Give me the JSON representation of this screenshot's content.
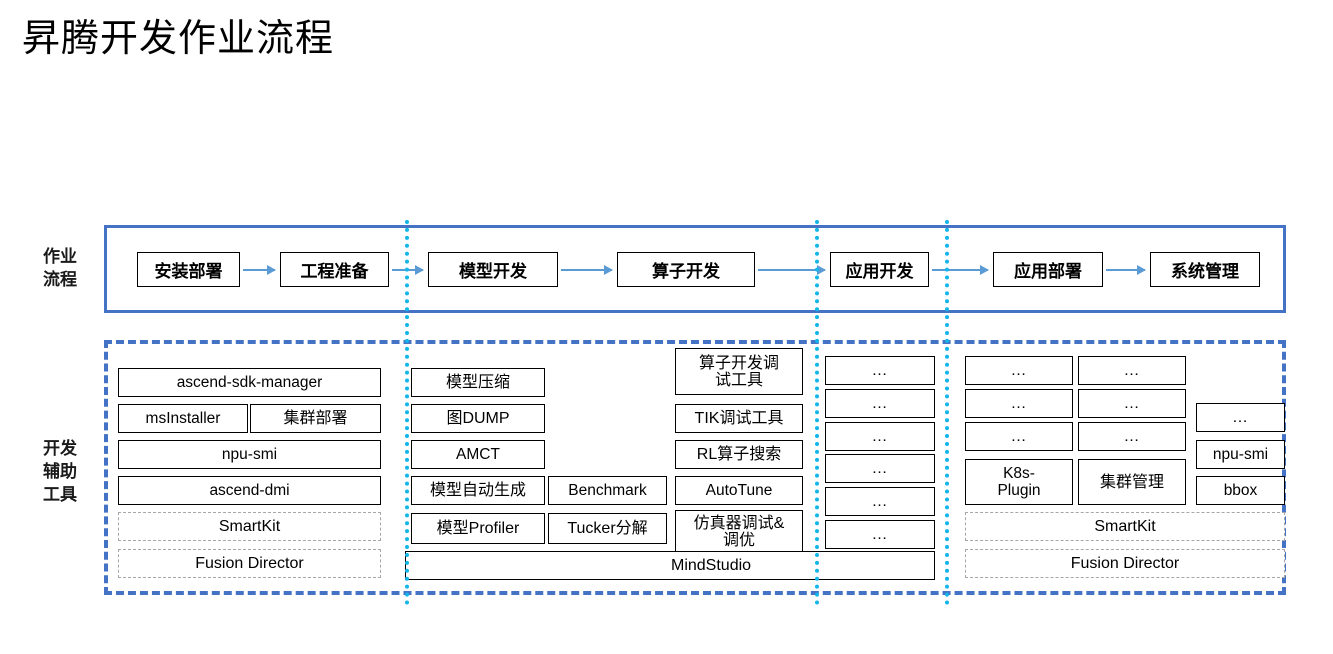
{
  "page": {
    "title": "昇腾开发作业流程",
    "colors": {
      "frame_blue": "#4472c4",
      "divider_cyan": "#13b5ea",
      "arrow_blue": "#5b9bd5",
      "ghost_gray": "#a6a6a6",
      "box_black": "#000000",
      "background": "#ffffff"
    }
  },
  "rows": {
    "workflow_label": "作业\n流程",
    "tools_label": "开发\n辅助\n工具"
  },
  "workflow": {
    "steps": [
      {
        "label": "安装部署"
      },
      {
        "label": "工程准备"
      },
      {
        "label": "模型开发"
      },
      {
        "label": "算子开发"
      },
      {
        "label": "应用开发"
      },
      {
        "label": "应用部署"
      },
      {
        "label": "系统管理"
      }
    ]
  },
  "tools": {
    "install_column": [
      {
        "label": "ascend-sdk-manager",
        "style": "solid"
      },
      {
        "label": "msInstaller",
        "style": "solid"
      },
      {
        "label": "集群部署",
        "style": "solid"
      },
      {
        "label": "npu-smi",
        "style": "solid"
      },
      {
        "label": "ascend-dmi",
        "style": "solid"
      },
      {
        "label": "SmartKit",
        "style": "ghost"
      },
      {
        "label": "Fusion Director",
        "style": "ghost"
      }
    ],
    "model_column": [
      {
        "label": "模型压缩",
        "style": "solid"
      },
      {
        "label": "图DUMP",
        "style": "solid"
      },
      {
        "label": "AMCT",
        "style": "solid"
      },
      {
        "label": "模型自动生成",
        "style": "solid"
      },
      {
        "label": "模型Profiler",
        "style": "solid"
      }
    ],
    "model_column_b": [
      {
        "label": "Benchmark",
        "style": "solid"
      },
      {
        "label": "Tucker分解",
        "style": "solid"
      }
    ],
    "operator_column": [
      {
        "label": "算子开发调\n试工具",
        "style": "solid"
      },
      {
        "label": "TIK调试工具",
        "style": "solid"
      },
      {
        "label": "RL算子搜索",
        "style": "solid"
      },
      {
        "label": "AutoTune",
        "style": "solid"
      },
      {
        "label": "仿真器调试&\n调优",
        "style": "solid"
      }
    ],
    "mindstudio": {
      "label": "MindStudio",
      "style": "solid"
    },
    "appdev_column": [
      {
        "label": "…",
        "style": "solid"
      },
      {
        "label": "…",
        "style": "solid"
      },
      {
        "label": "…",
        "style": "solid"
      },
      {
        "label": "…",
        "style": "solid"
      },
      {
        "label": "…",
        "style": "solid"
      },
      {
        "label": "…",
        "style": "solid"
      }
    ],
    "appdeploy_column": [
      {
        "label": "…",
        "style": "solid"
      },
      {
        "label": "…",
        "style": "solid"
      },
      {
        "label": "…",
        "style": "solid"
      },
      {
        "label": "K8s-\nPlugin",
        "style": "solid"
      }
    ],
    "sysmgmt_column": [
      {
        "label": "…",
        "style": "solid"
      },
      {
        "label": "…",
        "style": "solid"
      },
      {
        "label": "…",
        "style": "solid"
      },
      {
        "label": "集群管理",
        "style": "solid"
      }
    ],
    "sysmgmt_column_b": [
      {
        "label": "…",
        "style": "solid"
      },
      {
        "label": "npu-smi",
        "style": "solid"
      },
      {
        "label": "bbox",
        "style": "solid"
      }
    ],
    "right_span": [
      {
        "label": "SmartKit",
        "style": "ghost"
      },
      {
        "label": "Fusion Director",
        "style": "ghost"
      }
    ]
  }
}
